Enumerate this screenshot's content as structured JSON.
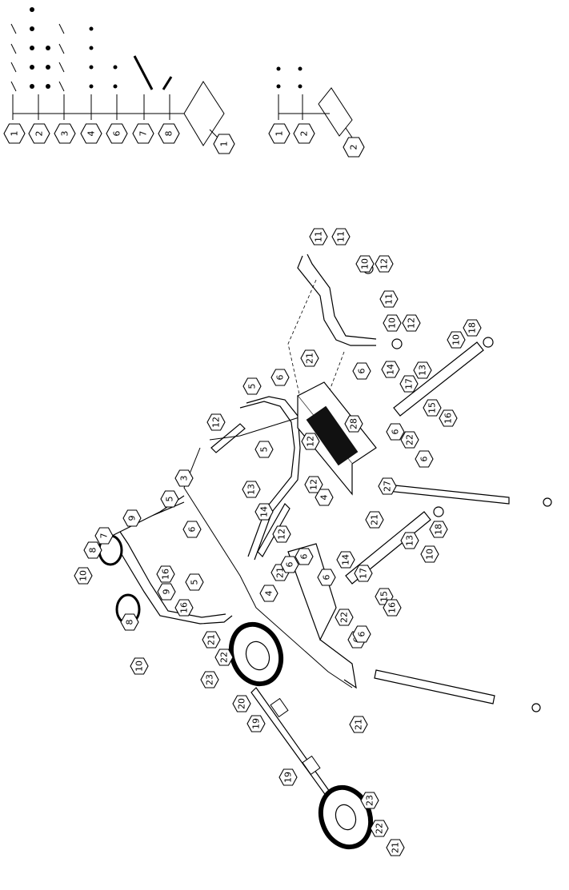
{
  "hardware_kit_1": {
    "callouts": [
      "1",
      "2",
      "3",
      "4",
      "6",
      "7",
      "8"
    ],
    "kit_label": "1"
  },
  "hardware_kit_2": {
    "callouts": [
      "1",
      "2"
    ],
    "kit_label": "2"
  },
  "part_callouts": {
    "handle": [
      "11",
      "11",
      "11",
      "10",
      "12",
      "10",
      "12"
    ],
    "center": [
      "6",
      "21",
      "5",
      "6",
      "12",
      "28",
      "5",
      "12",
      "4",
      "6",
      "21",
      "27",
      "12",
      "3",
      "5",
      "13",
      "14",
      "12",
      "21",
      "6",
      "4",
      "6",
      "6",
      "6",
      "21",
      "5",
      "6",
      "16",
      "16",
      "9",
      "9",
      "7",
      "8",
      "8",
      "10",
      "10"
    ],
    "legs": [
      "10",
      "18",
      "13",
      "14",
      "17",
      "15",
      "16",
      "22",
      "6",
      "14",
      "17",
      "15",
      "16",
      "22",
      "6",
      "13",
      "10",
      "18"
    ],
    "wheels": [
      "21",
      "22",
      "23",
      "20",
      "19",
      "19",
      "23",
      "22",
      "21"
    ]
  }
}
